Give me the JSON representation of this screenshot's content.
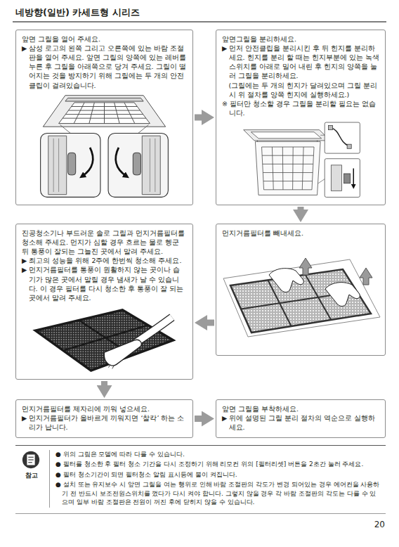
{
  "diagram": {
    "title": "네방향(일반) 카세트형 시리즈",
    "nodes": [
      {
        "text": [
          "앞면 그릴을 열어 주세요.",
          "▶ 삼성 로고의 왼쪽 그리고 오른쪽에 있는 바람 조절판을 열어 주세요. 앞면 그릴의 양쪽에 있는 레버를 누른 후 그릴을 아래쪽으로 당겨 주세요. 그릴이 떨어지는 것을 방지하기 위해 그릴에는 두 개의 안전 클립이 걸려있습니다."
        ]
      },
      {
        "text": [
          "앞면그릴을 분리하세요.",
          "▶ 먼저 안전클립을 분리시킨 후 뒤 힌지를 분리하세요. 힌지를 분리 할 때는 힌지부분에 있는 녹색 스위치를 아래로 밀어 내린 후 힌지의 양쪽을 눌러 그릴을 분리하세요.",
          "(그릴에는 두 개의 힌지가 달려있으며 그릴 분리 시 위 절차를 양쪽 힌지에 실행하세요.)",
          "※ 필터만 청소할 경우 그릴을 분리할 필요는 없습니다."
        ]
      },
      {
        "text": [
          "먼지거름필터를 빼내세요."
        ]
      },
      {
        "text": [
          "진공청소기나 부드러운 솔로 그릴과 먼지거름필터를 청소해 주세요. 먼지가 심할 경우 흐르는 물로 헹군 뒤 통풍이 잘되는 그늘진 곳에서 말려 주세요.",
          "▶ 최고의 성능을 위해 2주에 한번씩 청소해 주세요.",
          "▶ 먼지거름필터를 통풍이 원활하지 않는 곳이나 습기가 많은 곳에서 말릴 경우 냄새가 날 수 있습니다. 이 경우 필터를 다시 청소한 후 통풍이 잘 되는 곳에서 말려 주세요."
        ]
      },
      {
        "text": [
          "먼지거름필터를 제자리에 끼워 넣으세요.",
          "▶ 먼지거름필터가 올바르게 끼워지면 ‘찰칵’ 하는 소리가 납니다."
        ]
      },
      {
        "text": [
          "앞면 그릴을 부착하세요.",
          "▶ 위에 설명된 그릴 분리 절차의 역순으로 실행하세요."
        ]
      },
      {
        "text": [
          "참고",
          "● 위의 그림은 모델에 따라 다를 수 있습니다.",
          "● 필터를 청소한 후 필터 청소 기간을 다시 조정하기 위해 리모컨 위의 [필터리셋] 버튼을 2초간 눌러 주세요.",
          "● 필터 청소기간이 되면 필터청소 알림 표시등에 불이 켜집니다.",
          "● 설치 또는 유지보수 시 앞면 그릴을 여는 행위로 인해 바람 조절판의 각도가 변경 되어있는 경우 에어컨을 사용하기 전 반드시 보조전원스위치를 껐다가 다시 켜야 합니다. 그렇지 않을 경우 각 바람 조절판의 각도는 다를 수 있으며 일부 바람 조절판은 전원이 꺼진 후에 닫히지 않을 수 있습니다."
        ]
      }
    ],
    "edges": [
      {
        "from": 0,
        "to": 1,
        "arrow": "to"
      },
      {
        "from": 1,
        "to": 2,
        "arrow": "to"
      },
      {
        "from": 2,
        "to": 3,
        "arrow": "to"
      },
      {
        "from": 3,
        "to": 4,
        "arrow": "to"
      },
      {
        "from": 4,
        "to": 5,
        "arrow": "to"
      }
    ],
    "labels": [
      "20"
    ]
  }
}
